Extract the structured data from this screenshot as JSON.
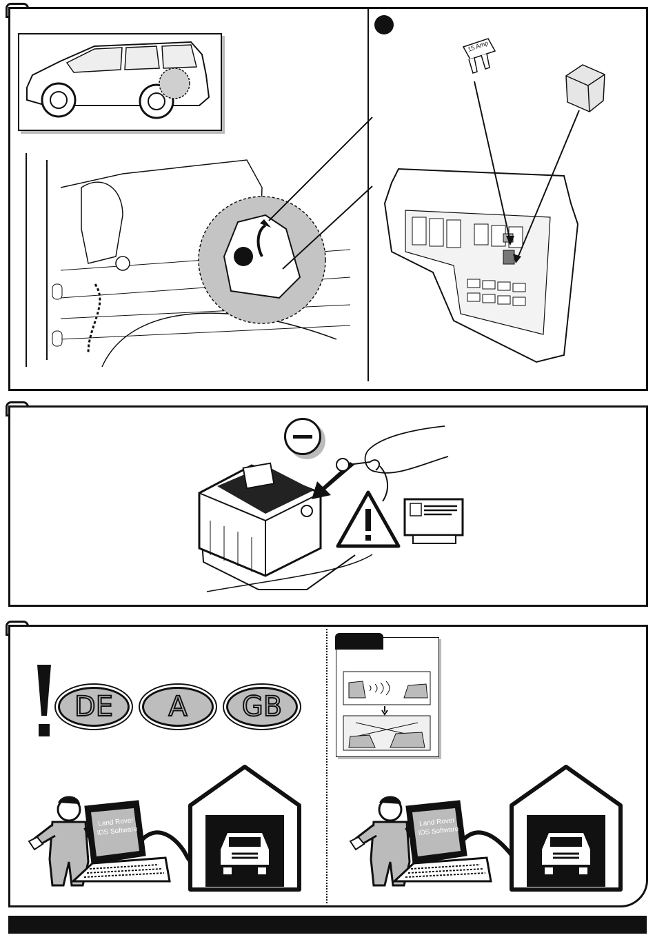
{
  "fuse": {
    "rating_label": "15 Amp"
  },
  "steps": {
    "step1": {
      "callout": ""
    },
    "step2": {
      "callout": ""
    },
    "step3": {
      "callout": ""
    }
  },
  "country_codes": [
    "DE",
    "A",
    "GB"
  ],
  "diagnostics": {
    "left_monitor_line1": "Land Rover",
    "left_monitor_line2": "IDS Software",
    "right_monitor_line1": "Land Rover",
    "right_monitor_line2": "IDS Software"
  },
  "icons": [
    "car-icon",
    "fuse-icon",
    "relay-icon",
    "battery-icon",
    "minus-icon",
    "warning-icon",
    "manual-icon",
    "garage-icon",
    "mechanic-icon",
    "laptop-icon",
    "exclamation-icon"
  ]
}
